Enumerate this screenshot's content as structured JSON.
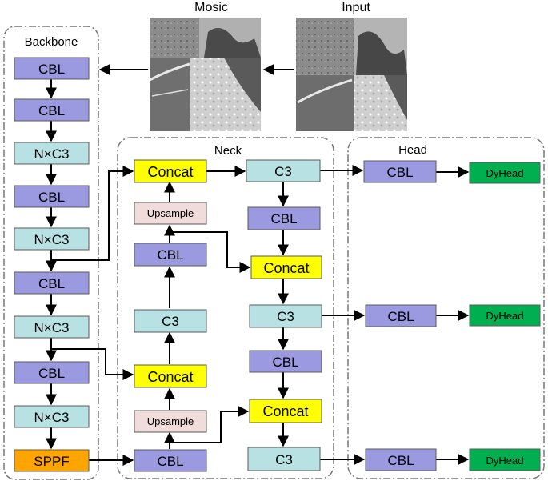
{
  "images": {
    "mosaic": "Mosic",
    "input": "Input"
  },
  "regions": {
    "backbone": "Backbone",
    "neck": "Neck",
    "head": "Head"
  },
  "colors": {
    "cbl": "#9b99e0",
    "c3": "#b7e1e3",
    "concat": "#ffff00",
    "upsample": "#f1dcdc",
    "sppf": "#ffa500",
    "dyhead": "#00b050",
    "edge": "#000000",
    "region_border": "#777777"
  },
  "nodes": {
    "b1": "CBL",
    "b2": "CBL",
    "b3": "N×C3",
    "b4": "CBL",
    "b5": "N×C3",
    "b6": "CBL",
    "b7": "N×C3",
    "b8": "CBL",
    "b9": "N×C3",
    "b10": "SPPF",
    "n_concat1": "Concat",
    "n_up1": "Upsample",
    "n_cbl1": "CBL",
    "n_c3a": "C3",
    "n_concat2": "Concat",
    "n_up2": "Upsample",
    "n_cbl2": "CBL",
    "n_c3_top": "C3",
    "n_cbl3": "CBL",
    "n_concat3": "Concat",
    "n_c3_mid": "C3",
    "n_cbl4": "CBL",
    "n_concat4": "Concat",
    "n_c3_bot": "C3",
    "h_cbl1": "CBL",
    "h_dy1": "DyHead",
    "h_cbl2": "CBL",
    "h_dy2": "DyHead",
    "h_cbl3": "CBL",
    "h_dy3": "DyHead"
  }
}
